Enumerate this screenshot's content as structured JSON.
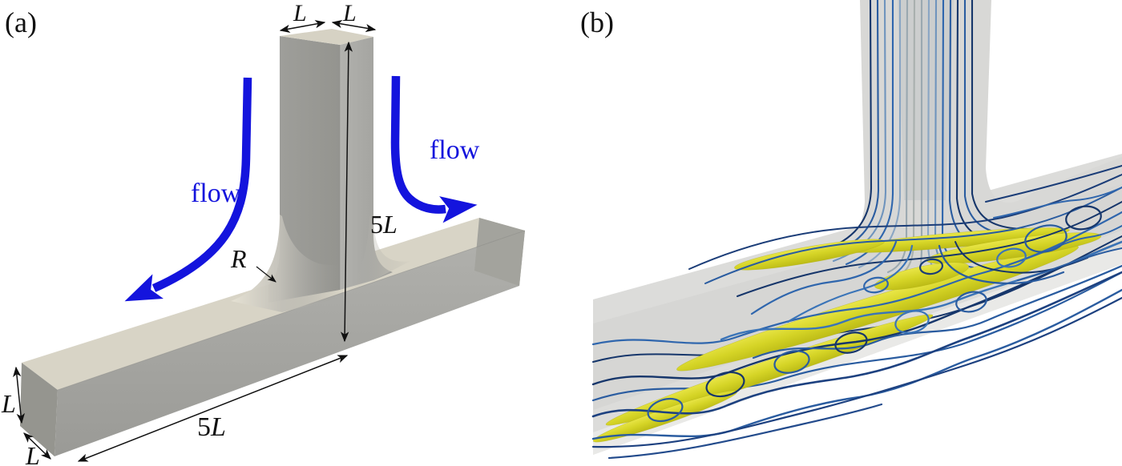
{
  "figure": {
    "panel_a": {
      "label": "(a)",
      "flow_label_left": "flow",
      "flow_label_right": "flow",
      "dims": {
        "top_width_left": "L",
        "top_width_right": "L",
        "branch_length_num": "5",
        "branch_length_sym": "L",
        "duct_length_num": "5",
        "duct_length_sym": "L",
        "duct_height": "L",
        "duct_depth": "L",
        "fillet_radius": "R"
      },
      "colors": {
        "flow_arrow": "#1414dd",
        "top_face": "#d8d4c6",
        "front_face": "#a6a6a2",
        "side_face": "#9a9a96",
        "dimension_lines": "#111111"
      }
    },
    "panel_b": {
      "label": "(b)",
      "colors": {
        "channel_wall": "#dcdcda",
        "streamline_dark": "#16366b",
        "streamline_mid": "#2f66ad",
        "streamline_light": "#8aa6c4",
        "isosurface_yellow": "#d5d426"
      }
    }
  }
}
